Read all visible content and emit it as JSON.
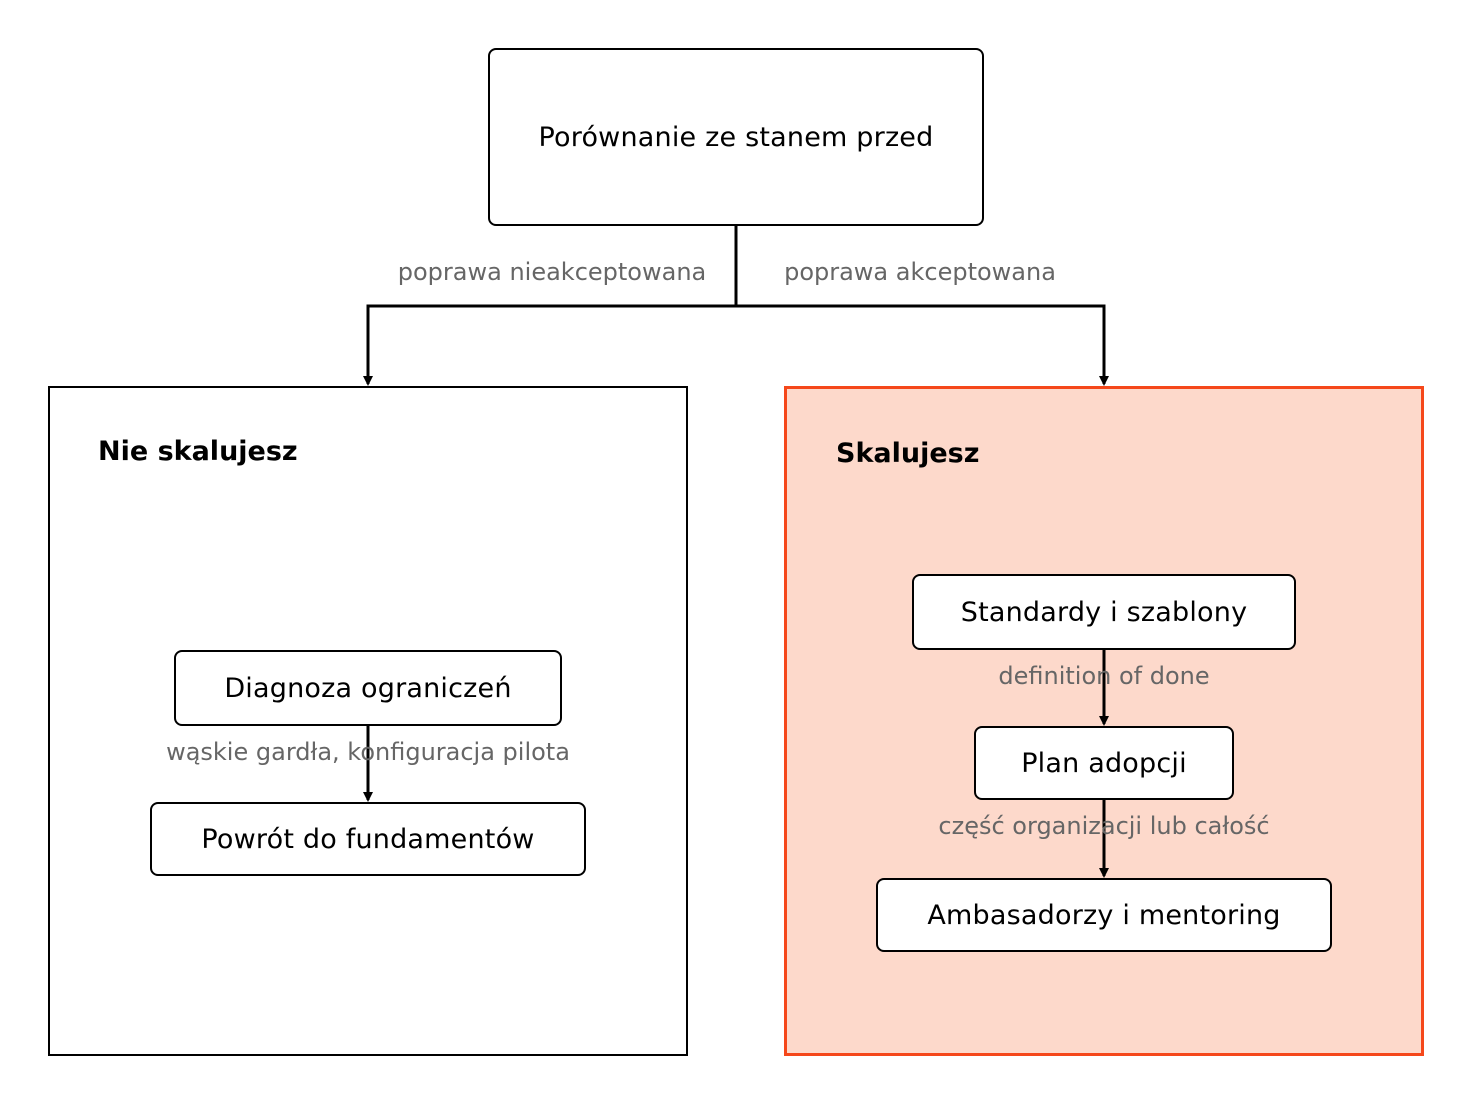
{
  "root": {
    "label": "Porównanie ze stanem przed"
  },
  "branches": {
    "left_label": "poprawa nieakceptowana",
    "right_label": "poprawa akceptowana"
  },
  "groups": {
    "left": {
      "title": "Nie skalujesz",
      "steps": [
        "Diagnoza ograniczeń",
        "Powrót do fundamentów"
      ],
      "edge_labels": [
        "wąskie gardła, konfiguracja pilota"
      ]
    },
    "right": {
      "title": "Skalujesz",
      "steps": [
        "Standardy i szablony",
        "Plan adopcji",
        "Ambasadorzy i mentoring"
      ],
      "edge_labels": [
        "definition of done",
        "część organizacji lub całość"
      ]
    }
  },
  "colors": {
    "highlight_fill": "#fdd9cb",
    "highlight_border": "#f5471a",
    "edge_label_text": "#666666",
    "stroke": "#000000"
  }
}
